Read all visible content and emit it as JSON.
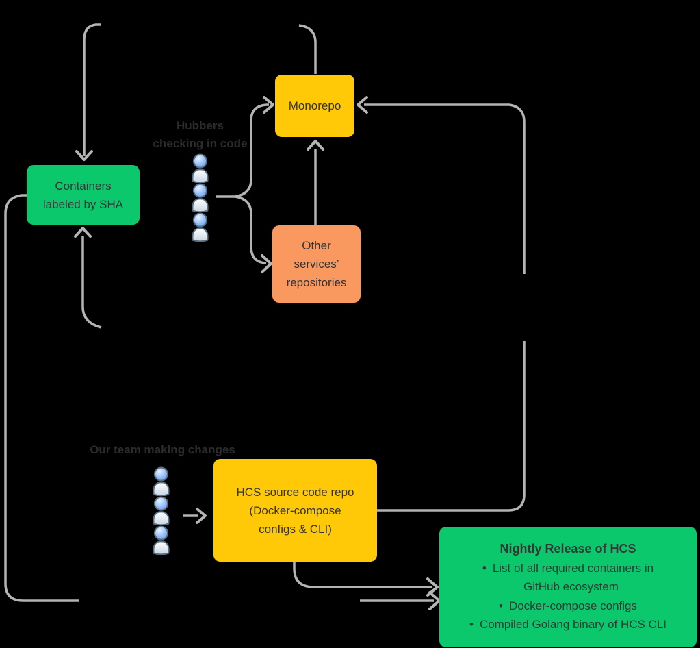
{
  "colors": {
    "background": "#000000",
    "green_box": "#0bc86c",
    "yellow_box": "#ffc908",
    "orange_box": "#f9995f",
    "connector_gray": "#b4b4b4",
    "box_text": "#333333",
    "label_text": "#2c2c2c",
    "person_head_blue": "#6fa6f3",
    "person_outline": "#5a6e82"
  },
  "boxes": {
    "containers": {
      "lines": [
        "Containers",
        "labeled by SHA"
      ]
    },
    "monorepo": {
      "label": "Monorepo"
    },
    "other_repos": {
      "lines": [
        "Other",
        "services’",
        "repositories"
      ]
    },
    "hcs_repo": {
      "lines": [
        "HCS source code repo",
        "(Docker-compose",
        "configs & CLI)"
      ]
    },
    "nightly_release": {
      "title": "Nightly Release of HCS",
      "lines": [
        {
          "bullet": "•",
          "text": "List of all required containers in"
        },
        {
          "bullet": "",
          "text": "GitHub ecosystem"
        },
        {
          "bullet": "•",
          "text": "Docker-compose configs"
        },
        {
          "bullet": "•",
          "text": "Compiled Golang binary of HCS CLI"
        }
      ]
    }
  },
  "labels": {
    "hubbers": {
      "lines": [
        "Hubbers",
        "checking in code"
      ]
    },
    "our_team": {
      "text": "Our team making changes"
    }
  },
  "icons": {
    "person": "person-icon"
  }
}
